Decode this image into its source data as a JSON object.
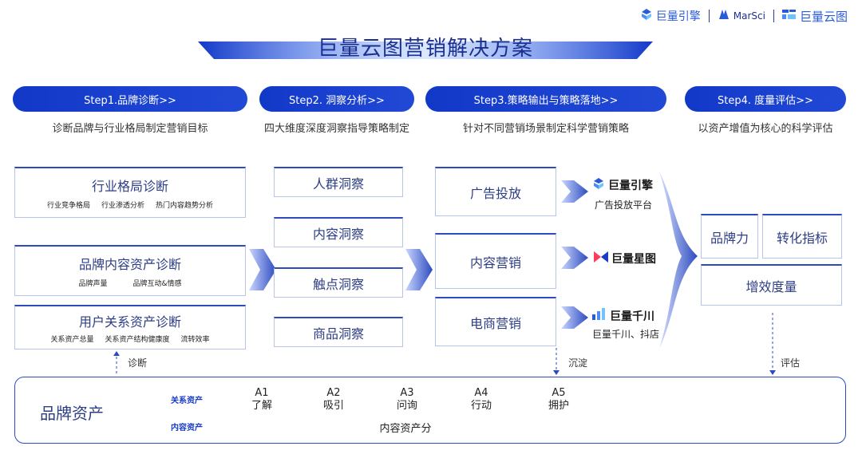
{
  "header": {
    "title": "巨量云图营销解决方案",
    "logos": [
      {
        "icon": "juliang-engine-icon",
        "label": "巨量引擎"
      },
      {
        "icon": "marsci-icon",
        "label": "MarSci"
      },
      {
        "icon": "yuntu-icon",
        "label": "巨量云图"
      }
    ]
  },
  "steps": [
    {
      "label": "Step1.品牌诊断>>",
      "desc": "诊断品牌与行业格局制定营销目标"
    },
    {
      "label": "Step2. 洞察分析>>",
      "desc": "四大维度深度洞察指导策略制定"
    },
    {
      "label": "Step3.策略输出与策略落地>>",
      "desc": "针对不同营销场景制定科学营销策略"
    },
    {
      "label": "Step4. 度量评估>>",
      "desc": "以资产增值为核心的科学评估"
    }
  ],
  "diagnosis": [
    {
      "title": "行业格局诊断",
      "items": [
        "行业竞争格局",
        "行业渗透分析",
        "热门内容趋势分析"
      ]
    },
    {
      "title": "品牌内容资产诊断",
      "items": [
        "品牌声量",
        "品牌互动&情感"
      ]
    },
    {
      "title": "用户关系资产诊断",
      "items": [
        "关系资产总量",
        "关系资产结构健康度",
        "流转效率"
      ]
    }
  ],
  "insights": [
    "人群洞察",
    "内容洞察",
    "触点洞察",
    "商品洞察"
  ],
  "strategies": [
    "广告投放",
    "内容营销",
    "电商营销"
  ],
  "platforms": [
    {
      "icon": "juliang-engine-icon",
      "name": "巨量引擎",
      "desc": "广告投放平台"
    },
    {
      "icon": "xingtu-icon",
      "name": "巨量星图",
      "desc": ""
    },
    {
      "icon": "qianchuan-icon",
      "name": "巨量千川",
      "desc": "巨量千川、抖店"
    }
  ],
  "metrics": {
    "brand": "品牌力",
    "conversion": "转化指标",
    "effect": "增效度量"
  },
  "flow_labels": {
    "diagnose": "诊断",
    "settle": "沉淀",
    "evaluate": "评估"
  },
  "assets": {
    "title": "品牌资产",
    "relation": "关系资产",
    "content": "内容资产",
    "content_score": "内容资产分",
    "stages": [
      {
        "code": "A1",
        "name": "了解"
      },
      {
        "code": "A2",
        "name": "吸引"
      },
      {
        "code": "A3",
        "name": "问询"
      },
      {
        "code": "A4",
        "name": "行动"
      },
      {
        "code": "A5",
        "name": "拥护"
      }
    ]
  },
  "colors": {
    "primary": "#1238c8",
    "title": "#1b2f8f",
    "border": "#b8c3ea",
    "arrow": "#2d4bbf"
  }
}
